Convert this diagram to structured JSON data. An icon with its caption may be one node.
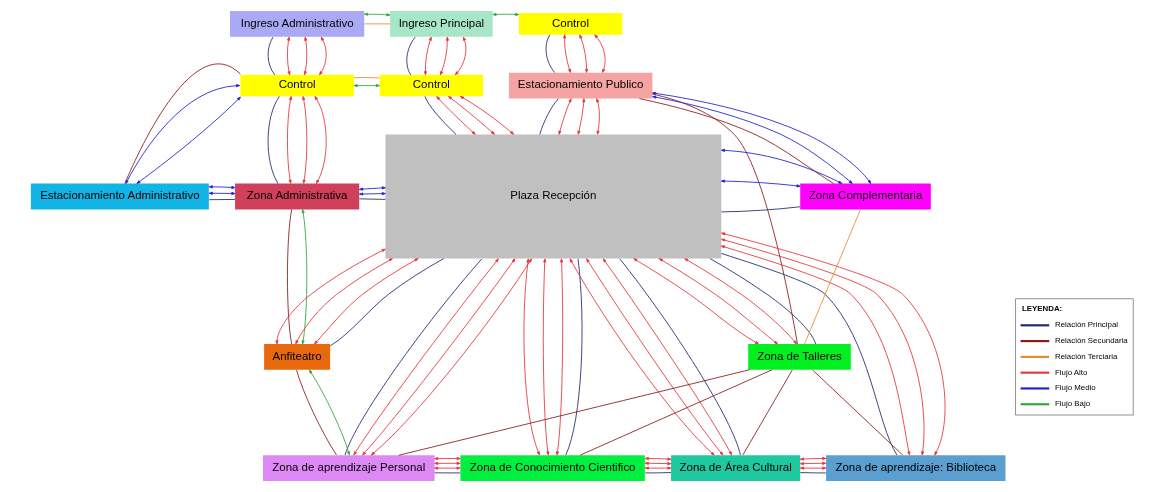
{
  "diagram": {
    "nodes": [
      {
        "text": [
          "Ingreso Administrativo"
        ]
      },
      {
        "text": [
          "Ingreso Principal"
        ]
      },
      {
        "text": [
          "Control"
        ]
      },
      {
        "text": [
          "Control"
        ]
      },
      {
        "text": [
          "Control"
        ]
      },
      {
        "text": [
          "Estacionamiento Publico"
        ]
      },
      {
        "text": [
          "Estacionamiento Administrativo"
        ]
      },
      {
        "text": [
          "Zona Administrativa"
        ]
      },
      {
        "text": [
          "Plaza Recepción"
        ]
      },
      {
        "text": [
          "Zona Complementaria"
        ]
      },
      {
        "text": [
          "Anfiteatro"
        ]
      },
      {
        "text": [
          "Zona de Talleres"
        ]
      },
      {
        "text": [
          "Zona de aprendizaje Personal"
        ]
      },
      {
        "text": [
          "Zona de Conocimiento Cientifico"
        ]
      },
      {
        "text": [
          "Zona de Área Cultural"
        ]
      },
      {
        "text": [
          "Zona de aprendizaje: Biblioteca"
        ]
      }
    ],
    "edges": [
      {
        "from": 0,
        "to": 1,
        "arrow": "none",
        "color": "#e8892e"
      },
      {
        "from": 0,
        "to": 1,
        "arrow": "both",
        "color": "#2ea83a"
      },
      {
        "from": 1,
        "to": 2,
        "arrow": "both",
        "color": "#2ea83a"
      },
      {
        "from": 0,
        "to": 3,
        "arrow": "none",
        "color": "#1f2a6e"
      },
      {
        "from": 0,
        "to": 3,
        "arrow": "both"
      },
      {
        "from": 0,
        "to": 3,
        "arrow": "both"
      },
      {
        "from": 0,
        "to": 3,
        "arrow": "both"
      },
      {
        "from": 3,
        "to": 4,
        "arrow": "both",
        "color": "#2ea83a"
      },
      {
        "from": 3,
        "to": 4,
        "arrow": "none",
        "color": "#e8892e"
      },
      {
        "from": 3,
        "to": 7,
        "arrow": "none",
        "color": "#1f2a6e"
      },
      {
        "from": 3,
        "to": 7,
        "arrow": "both"
      },
      {
        "from": 3,
        "to": 7,
        "arrow": "both"
      },
      {
        "from": 3,
        "to": 7,
        "arrow": "both"
      },
      {
        "from": 6,
        "to": 3,
        "arrow": "none",
        "color": "#8b1a1a"
      },
      {
        "from": 6,
        "to": 3,
        "arrow": "both",
        "color": "#2020d0"
      },
      {
        "from": 6,
        "to": 3,
        "arrow": "both",
        "color": "#2020d0"
      },
      {
        "from": 1,
        "to": 4,
        "arrow": "none",
        "color": "#1f2a6e"
      },
      {
        "from": 1,
        "to": 4,
        "arrow": "both"
      },
      {
        "from": 1,
        "to": 4,
        "arrow": "both"
      },
      {
        "from": 1,
        "to": 4,
        "arrow": "both"
      },
      {
        "from": 4,
        "to": 8,
        "arrow": "none",
        "color": "#1f2a6e"
      },
      {
        "from": 4,
        "to": 8,
        "arrow": "both"
      },
      {
        "from": 4,
        "to": 8,
        "arrow": "both"
      },
      {
        "from": 4,
        "to": 8,
        "arrow": "both"
      },
      {
        "from": 2,
        "to": 5,
        "arrow": "none",
        "color": "#1f2a6e"
      },
      {
        "from": 2,
        "to": 5,
        "arrow": "both"
      },
      {
        "from": 2,
        "to": 5,
        "arrow": "both"
      },
      {
        "from": 2,
        "to": 5,
        "arrow": "both"
      },
      {
        "from": 5,
        "to": 8,
        "arrow": "none",
        "color": "#1f2a6e"
      },
      {
        "from": 5,
        "to": 8,
        "arrow": "both"
      },
      {
        "from": 5,
        "to": 8,
        "arrow": "both"
      },
      {
        "from": 5,
        "to": 8,
        "arrow": "both"
      },
      {
        "from": 5,
        "to": 9,
        "arrow": "none",
        "color": "#8b1a1a"
      },
      {
        "from": 5,
        "to": 9,
        "arrow": "both",
        "color": "#2020d0"
      },
      {
        "from": 5,
        "to": 9,
        "arrow": "both",
        "color": "#2020d0"
      },
      {
        "from": 5,
        "to": 11,
        "arrow": "none",
        "color": "#8b1a1a"
      },
      {
        "from": 6,
        "to": 7,
        "arrow": "none",
        "color": "#1f2a6e"
      },
      {
        "from": 6,
        "to": 7,
        "arrow": "both",
        "color": "#2020d0"
      },
      {
        "from": 6,
        "to": 7,
        "arrow": "both",
        "color": "#2020d0"
      },
      {
        "from": 7,
        "to": 8,
        "arrow": "none",
        "color": "#1f2a6e"
      },
      {
        "from": 7,
        "to": 8,
        "arrow": "both",
        "color": "#2020d0"
      },
      {
        "from": 7,
        "to": 8,
        "arrow": "both",
        "color": "#2020d0"
      },
      {
        "from": 7,
        "to": 10,
        "arrow": "none",
        "color": "#8b1a1a"
      },
      {
        "from": 7,
        "to": 10,
        "arrow": "both",
        "color": "#2ea83a"
      },
      {
        "from": 8,
        "to": 9,
        "arrow": "none",
        "color": "#1f2a6e"
      },
      {
        "from": 8,
        "to": 9,
        "arrow": "both",
        "color": "#2020d0"
      },
      {
        "from": 8,
        "to": 9,
        "arrow": "both",
        "color": "#2020d0"
      },
      {
        "from": 9,
        "to": 11,
        "arrow": "none",
        "color": "#e8892e"
      },
      {
        "from": 10,
        "to": 8,
        "arrow": "both"
      },
      {
        "from": 10,
        "to": 8,
        "arrow": "both"
      },
      {
        "from": 10,
        "to": 8,
        "arrow": "both"
      },
      {
        "from": 10,
        "to": 8,
        "arrow": "none",
        "color": "#1f2a6e"
      },
      {
        "from": 10,
        "to": 12,
        "arrow": "none",
        "color": "#8b1a1a"
      },
      {
        "from": 10,
        "to": 12,
        "arrow": "both",
        "color": "#2ea83a"
      },
      {
        "from": 8,
        "to": 11,
        "arrow": "both"
      },
      {
        "from": 8,
        "to": 11,
        "arrow": "both"
      },
      {
        "from": 8,
        "to": 11,
        "arrow": "both"
      },
      {
        "from": 8,
        "to": 11,
        "arrow": "none",
        "color": "#1f2a6e"
      },
      {
        "from": 11,
        "to": 15,
        "arrow": "none",
        "color": "#8b1a1a"
      },
      {
        "from": 8,
        "to": 12,
        "arrow": "none",
        "color": "#1f2a6e"
      },
      {
        "from": 8,
        "to": 12,
        "arrow": "both"
      },
      {
        "from": 8,
        "to": 12,
        "arrow": "both"
      },
      {
        "from": 8,
        "to": 12,
        "arrow": "both"
      },
      {
        "from": 11,
        "to": 12,
        "arrow": "none",
        "color": "#8b1a1a"
      },
      {
        "from": 11,
        "to": 13,
        "arrow": "none",
        "color": "#8b1a1a"
      },
      {
        "from": 11,
        "to": 14,
        "arrow": "none",
        "color": "#8b1a1a"
      },
      {
        "from": 8,
        "to": 13,
        "arrow": "both"
      },
      {
        "from": 8,
        "to": 13,
        "arrow": "both"
      },
      {
        "from": 8,
        "to": 13,
        "arrow": "both"
      },
      {
        "from": 8,
        "to": 13,
        "arrow": "none",
        "color": "#1f2a6e"
      },
      {
        "from": 8,
        "to": 14,
        "arrow": "both"
      },
      {
        "from": 8,
        "to": 14,
        "arrow": "both"
      },
      {
        "from": 8,
        "to": 14,
        "arrow": "both"
      },
      {
        "from": 8,
        "to": 14,
        "arrow": "none",
        "color": "#1f2a6e"
      },
      {
        "from": 8,
        "to": 15,
        "arrow": "none",
        "color": "#1f2a6e"
      },
      {
        "from": 8,
        "to": 15,
        "arrow": "both"
      },
      {
        "from": 8,
        "to": 15,
        "arrow": "both"
      },
      {
        "from": 8,
        "to": 15,
        "arrow": "both"
      },
      {
        "from": 12,
        "to": 13,
        "arrow": "none",
        "color": "#1f2a6e"
      },
      {
        "from": 12,
        "to": 13,
        "arrow": "both"
      },
      {
        "from": 12,
        "to": 13,
        "arrow": "both"
      },
      {
        "from": 12,
        "to": 13,
        "arrow": "both"
      },
      {
        "from": 13,
        "to": 14,
        "arrow": "none",
        "color": "#1f2a6e"
      },
      {
        "from": 13,
        "to": 14,
        "arrow": "both"
      },
      {
        "from": 13,
        "to": 14,
        "arrow": "both"
      },
      {
        "from": 13,
        "to": 14,
        "arrow": "both"
      },
      {
        "from": 14,
        "to": 15,
        "arrow": "none",
        "color": "#1f2a6e"
      },
      {
        "from": 14,
        "to": 15,
        "arrow": "both"
      },
      {
        "from": 14,
        "to": 15,
        "arrow": "both"
      },
      {
        "from": 14,
        "to": 15,
        "arrow": "both"
      }
    ],
    "labels": [
      "LEYENDA:"
    ],
    "legend": [
      {
        "text": "Relación Principal"
      },
      {
        "text": "Relación Secundaria"
      },
      {
        "text": "Relación Terciaria"
      },
      {
        "text": "Flujo Alto"
      },
      {
        "text": "Flujo Medio"
      },
      {
        "text": "Flujo Bajo"
      }
    ]
  }
}
